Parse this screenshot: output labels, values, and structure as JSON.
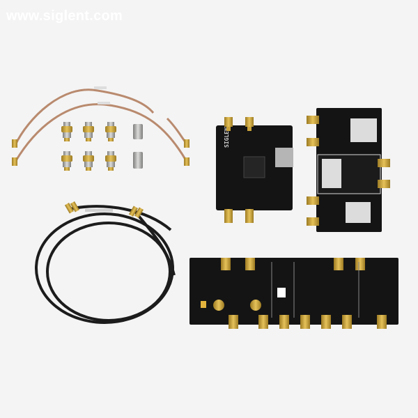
{
  "watermark": "www.siglent.com",
  "brand": "SIGLENT",
  "colors": {
    "background": "#f4f4f4",
    "pcb": "#141414",
    "gold": "#c9a23a",
    "copper_cable": "#b98a6e",
    "black_cable": "#1c1c1c",
    "silver": "#a9aaa8"
  },
  "items": [
    {
      "name": "semi-rigid cable pair",
      "icon": "copper-cable-icon"
    },
    {
      "name": "BNC adapters",
      "count": 6
    },
    {
      "name": "SMA adapters",
      "count": 2
    },
    {
      "name": "black coax cable pair",
      "icon": "coax-cable-icon"
    },
    {
      "name": "main demo board",
      "icon": "pcb-icon"
    },
    {
      "name": "cal board",
      "icon": "pcb-icon"
    },
    {
      "name": "filter/amplifier board",
      "icon": "pcb-icon"
    }
  ]
}
